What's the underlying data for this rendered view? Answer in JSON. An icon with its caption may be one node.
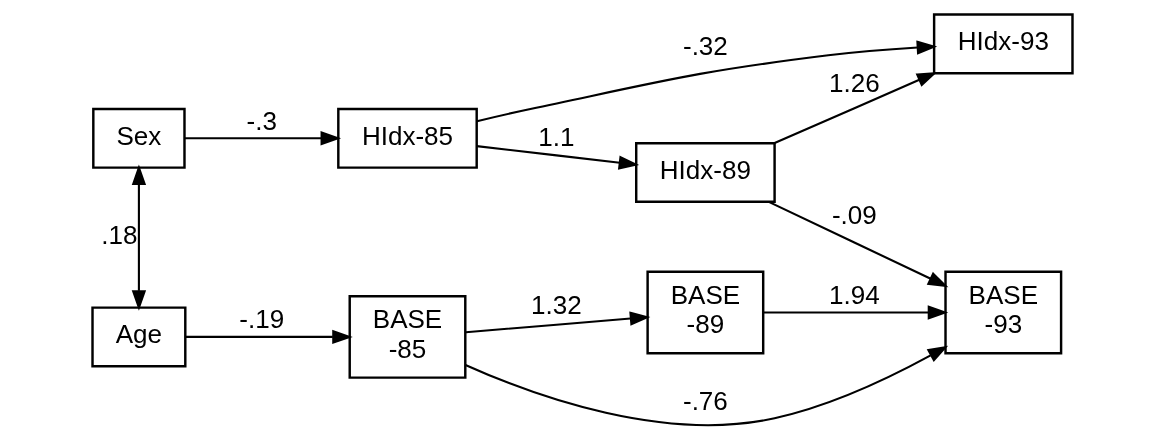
{
  "diagram": {
    "nodes": [
      {
        "text": [
          "Sex"
        ]
      },
      {
        "text": [
          "Age"
        ]
      },
      {
        "text": [
          "HIdx-85"
        ]
      },
      {
        "text": [
          "HIdx-89"
        ]
      },
      {
        "text": [
          "HIdx-93"
        ]
      },
      {
        "text": [
          "BASE -85"
        ]
      },
      {
        "text": [
          "BASE -89"
        ]
      },
      {
        "text": [
          "BASE -93"
        ]
      }
    ],
    "edges": [
      {
        "from": 0,
        "to": 2,
        "arrow": "to",
        "label": "-.3"
      },
      {
        "from": 0,
        "to": 1,
        "arrow": "both",
        "label": ".18"
      },
      {
        "from": 1,
        "to": 5,
        "arrow": "to",
        "label": "-.19"
      },
      {
        "from": 2,
        "to": 3,
        "arrow": "to",
        "label": "1.1"
      },
      {
        "from": 3,
        "to": 4,
        "arrow": "to",
        "label": "1.26"
      },
      {
        "from": 2,
        "to": 4,
        "arrow": "to",
        "label": "-.32"
      },
      {
        "from": 3,
        "to": 7,
        "arrow": "to",
        "label": "-.09"
      },
      {
        "from": 5,
        "to": 6,
        "arrow": "to",
        "label": "1.32"
      },
      {
        "from": 6,
        "to": 7,
        "arrow": "to",
        "label": "1.94"
      },
      {
        "from": 5,
        "to": 7,
        "arrow": "to",
        "label": "-.76"
      }
    ]
  }
}
